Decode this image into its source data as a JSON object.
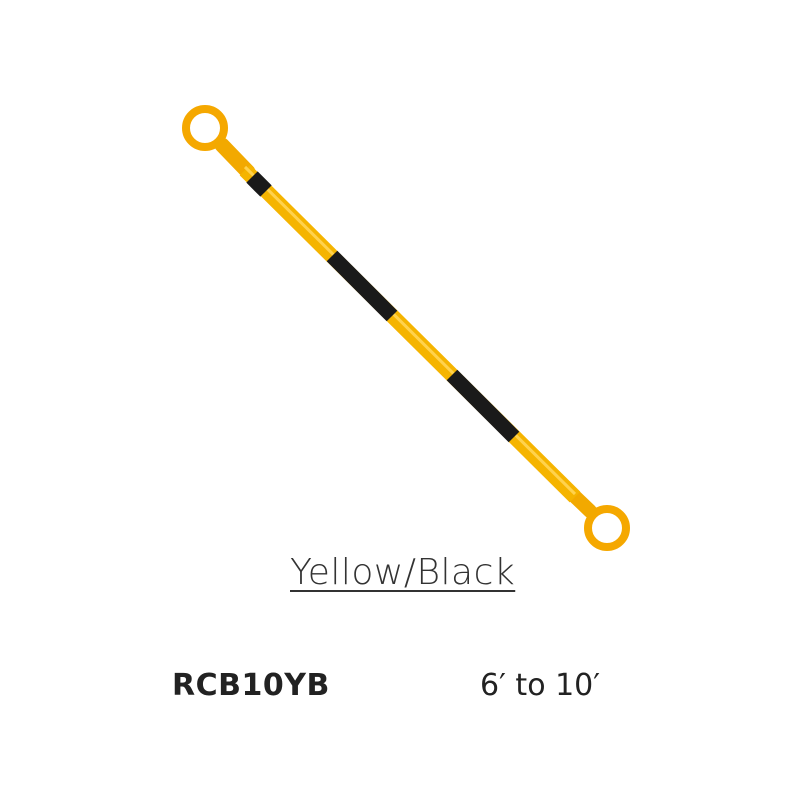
{
  "product": {
    "name": "cone-bar",
    "icon": "retractable-cone-bar-icon",
    "colors": {
      "primary": "#F5B400",
      "secondary": "#1a1a1a",
      "ring": "#F5A800"
    },
    "color_label": "Yellow/Black",
    "sku": "RCB10YB",
    "length": "6′ to 10′"
  }
}
